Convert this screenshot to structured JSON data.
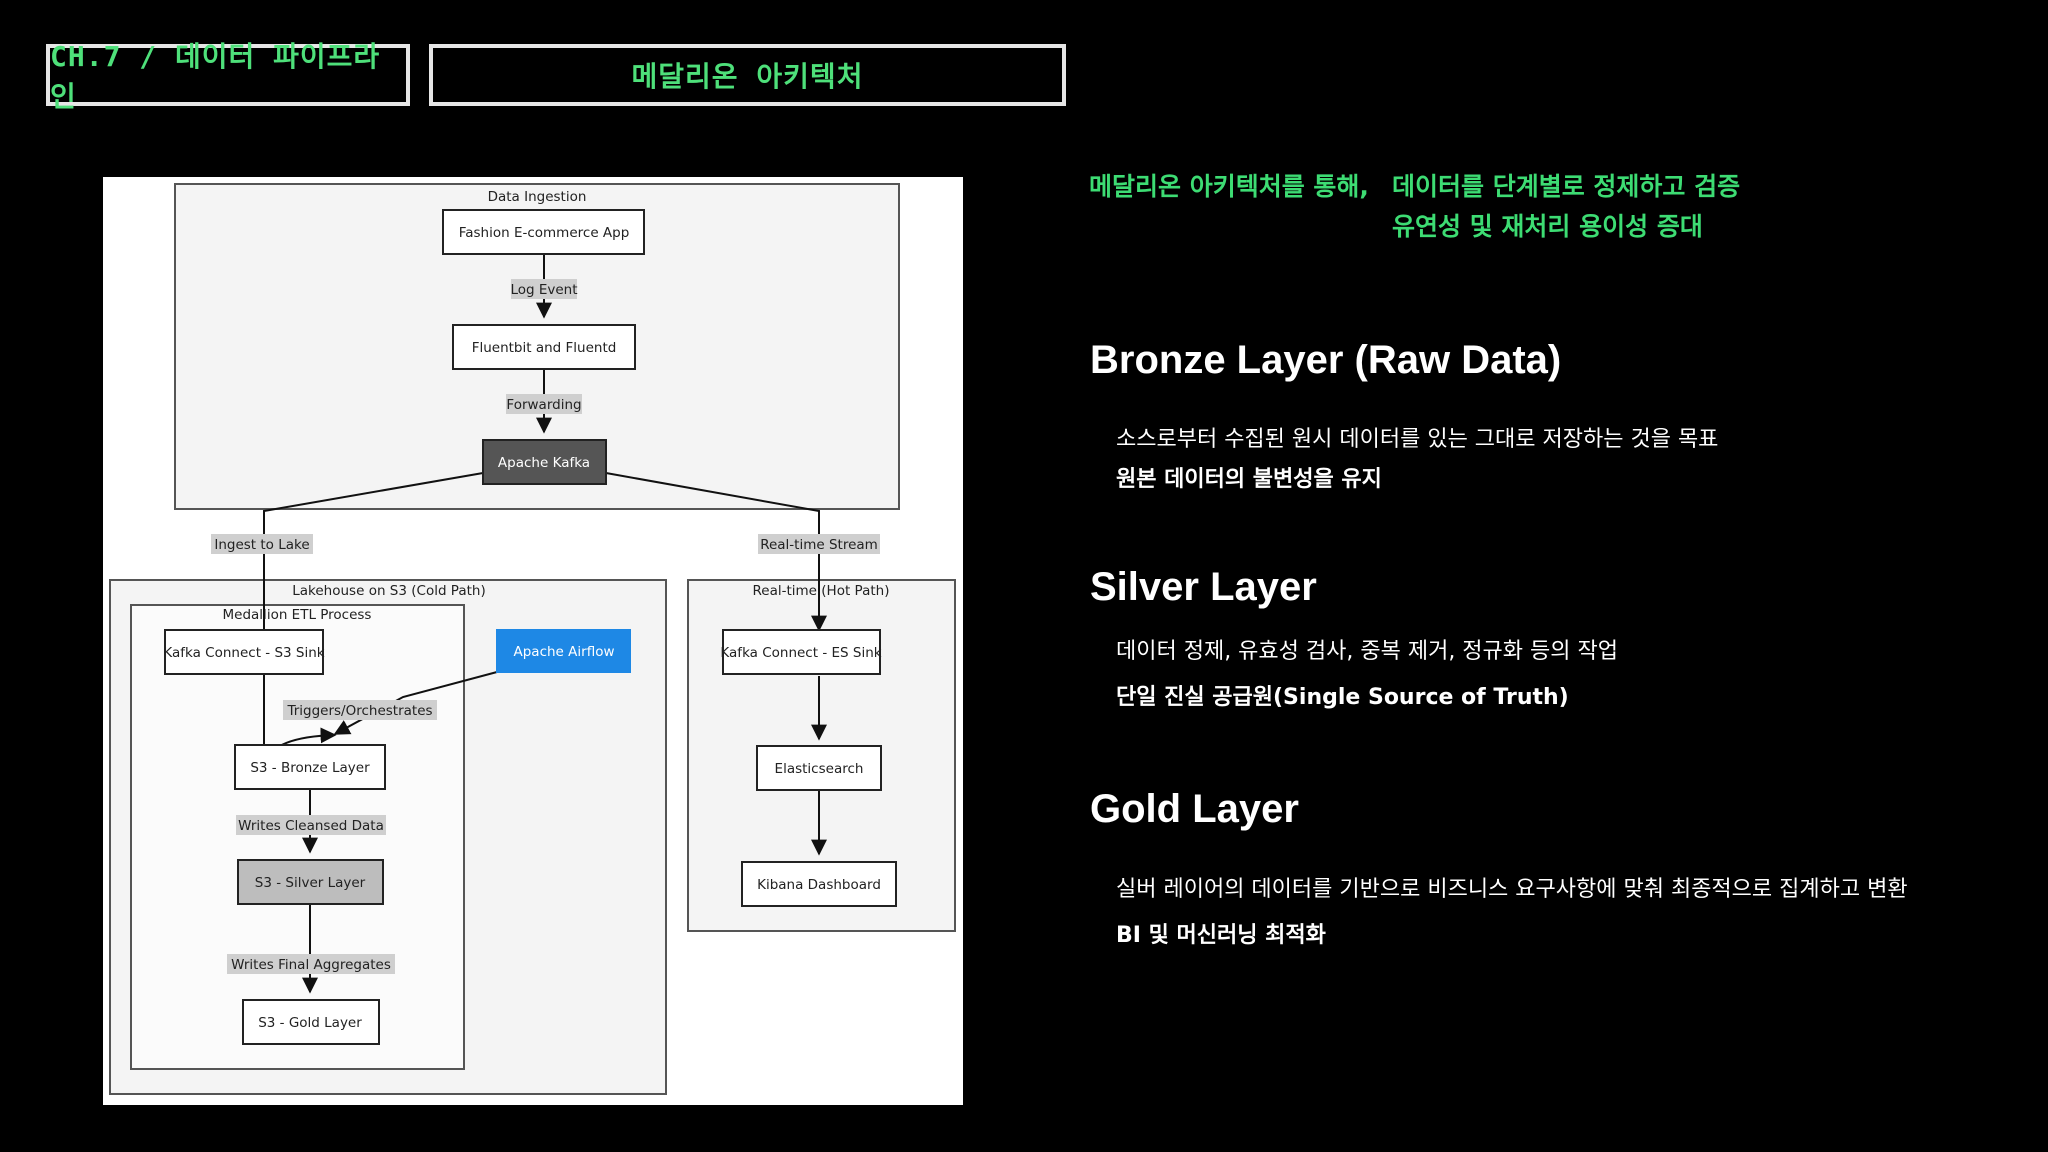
{
  "header": {
    "chapter": "CH.7 / 데이터 파이프라인",
    "title": "메달리온 아키텍처"
  },
  "intro": {
    "lead": "메달리온 아키텍처를 통해,",
    "line1": "데이터를 단계별로 정제하고 검증",
    "line2": "유연성 및 재처리 용이성 증대"
  },
  "sections": [
    {
      "title": "Bronze Layer (Raw Data)",
      "desc": "소스로부터 수집된 원시 데이터를 있는 그대로 저장하는 것을 목표",
      "emph": "원본 데이터의 불변성을 유지"
    },
    {
      "title": "Silver Layer",
      "desc": "데이터 정제, 유효성 검사, 중복 제거, 정규화 등의 작업",
      "emph": "단일 진실 공급원(Single Source of Truth)"
    },
    {
      "title": "Gold Layer",
      "desc": "실버 레이어의 데이터를 기반으로 비즈니스 요구사항에 맞춰 최종적으로 집계하고 변환",
      "emph": "BI 및 머신러닝 최적화"
    }
  ],
  "diagram": {
    "groups": {
      "ingestion": "Data Ingestion",
      "lakehouse": "Lakehouse on S3 (Cold Path)",
      "medallion": "Medallion ETL Process",
      "realtime": "Real-time (Hot Path)"
    },
    "nodes": {
      "fashion_app": "Fashion E-commerce App",
      "fluentbit": "Fluentbit and Fluentd",
      "kafka": "Apache Kafka",
      "kafka_s3": "Kafka Connect - S3 Sink",
      "airflow": "Apache Airflow",
      "bronze": "S3 - Bronze Layer",
      "silver": "S3 - Silver Layer",
      "gold": "S3 - Gold Layer",
      "kafka_es": "Kafka Connect - ES Sink",
      "elasticsearch": "Elasticsearch",
      "kibana": "Kibana Dashboard"
    },
    "edges": {
      "log_event": "Log Event",
      "forwarding": "Forwarding",
      "ingest_lake": "Ingest to Lake",
      "realtime_stream": "Real-time Stream",
      "triggers": "Triggers/Orchestrates",
      "writes_cleansed": "Writes Cleansed Data",
      "writes_final": "Writes Final Aggregates"
    },
    "colors": {
      "kafka": "#555555",
      "airflow": "#1e88e5",
      "silver": "#bdbdbd"
    }
  }
}
